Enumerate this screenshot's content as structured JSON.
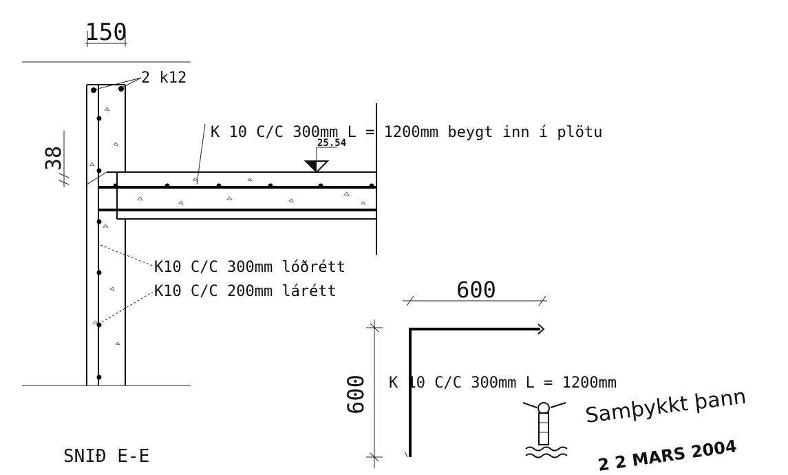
{
  "section_title": "SNIÐ E-E",
  "dimensions": {
    "wall_width": "150",
    "rebar_height": "38",
    "corner_bar_horizontal": "600",
    "corner_bar_vertical": "600"
  },
  "level_marker": "25.54",
  "annotations": {
    "top_bars": "2 k12",
    "slab_bar": "K 10 C/C 300mm L = 1200mm beygt inn í plötu",
    "vertical_bars": "K10 C/C 300mm lóðrétt",
    "horizontal_bars": "K10 C/C 200mm lárétt",
    "corner_bar": "K 10 C/C 300mm L = 1200mm"
  },
  "stamp": {
    "text": "Samþykkt þann",
    "date": "2 2 MARS 2004",
    "icon": "lighthouse-icon"
  }
}
